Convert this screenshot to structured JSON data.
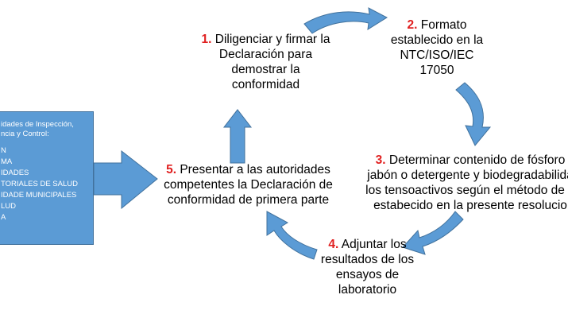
{
  "authority_box": {
    "heading_lines": [
      "idades de Inspección,",
      "ncia y Control:"
    ],
    "items": [
      "N",
      "MA",
      "IDADES",
      "TORIALES DE SALUD",
      "IDADE MUNICIPALES",
      "LUD",
      "A"
    ]
  },
  "steps": [
    {
      "number": "1.",
      "lines": [
        "Diligenciar y firmar la",
        "Declaración para",
        "demostrar la",
        "conformidad"
      ]
    },
    {
      "number": "2.",
      "lines": [
        "Formato",
        "establecido en la",
        "NTC/ISO/IEC",
        "17050"
      ]
    },
    {
      "number": "3.",
      "lines": [
        "Determinar contenido de fósforo",
        "jabón o detergente y biodegradabilida",
        "los tensoactivos según el método de e",
        "estabecido en la presente resolucio"
      ]
    },
    {
      "number": "4.",
      "lines": [
        "Adjuntar los",
        "resultados de los",
        "ensayos de",
        "laboratorio"
      ]
    },
    {
      "number": "5.",
      "lines": [
        "Presentar a las autoridades",
        "competentes la Declaración de",
        "conformidad de primera parte"
      ]
    }
  ],
  "colors": {
    "arrow": "#5b9bd5",
    "step_number": "#e02020",
    "box_fill": "#5b9bd5"
  }
}
